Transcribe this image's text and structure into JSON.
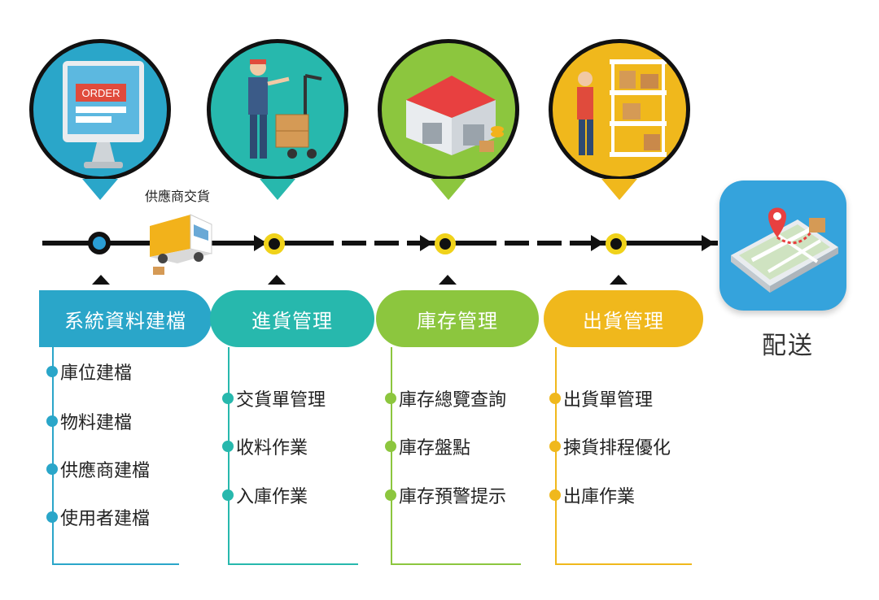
{
  "supplier_label": "供應商交貨",
  "delivery_label": "配送",
  "colors": {
    "blue": "#2aa6c9",
    "teal": "#27b8ad",
    "green": "#8cc63e",
    "yellow": "#f0b81c",
    "line": "#111111"
  },
  "stages": [
    {
      "title": "系統資料建檔",
      "icon": "computer-order-icon",
      "items": [
        "庫位建檔",
        "物料建檔",
        "供應商建檔",
        "使用者建檔"
      ]
    },
    {
      "title": "進貨管理",
      "icon": "worker-handtruck-icon",
      "items": [
        "交貨單管理",
        "收料作業",
        "入庫作業"
      ]
    },
    {
      "title": "庫存管理",
      "icon": "warehouse-icon",
      "items": [
        "庫存總覽查詢",
        "庫存盤點",
        "庫存預警提示"
      ]
    },
    {
      "title": "出貨管理",
      "icon": "picker-shelves-icon",
      "items": [
        "出貨單管理",
        "揀貨排程優化",
        "出庫作業"
      ]
    }
  ],
  "icons": {
    "truck": "delivery-truck-icon",
    "app": "map-location-app-icon",
    "order_screen_text": "ORDER"
  }
}
